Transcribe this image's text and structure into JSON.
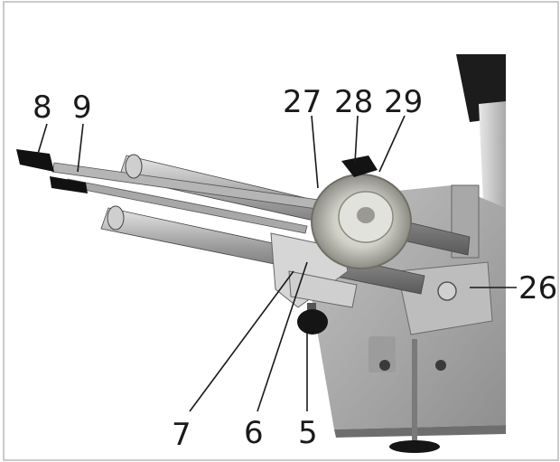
{
  "figure": {
    "callouts": [
      {
        "id": "c8",
        "label": "8"
      },
      {
        "id": "c9",
        "label": "9"
      },
      {
        "id": "c27",
        "label": "27"
      },
      {
        "id": "c28",
        "label": "28"
      },
      {
        "id": "c29",
        "label": "29"
      },
      {
        "id": "c26",
        "label": "26"
      },
      {
        "id": "c7",
        "label": "7"
      },
      {
        "id": "c6",
        "label": "6"
      },
      {
        "id": "c5",
        "label": "5"
      }
    ]
  },
  "colors": {
    "background": "#ffffff",
    "base_plate": "#a9a9a9",
    "handle_black": "#111111",
    "rod_grey": "#9a9a9a",
    "wheel_face": "#cfcfc8",
    "label_ink": "#1a1a1a"
  }
}
